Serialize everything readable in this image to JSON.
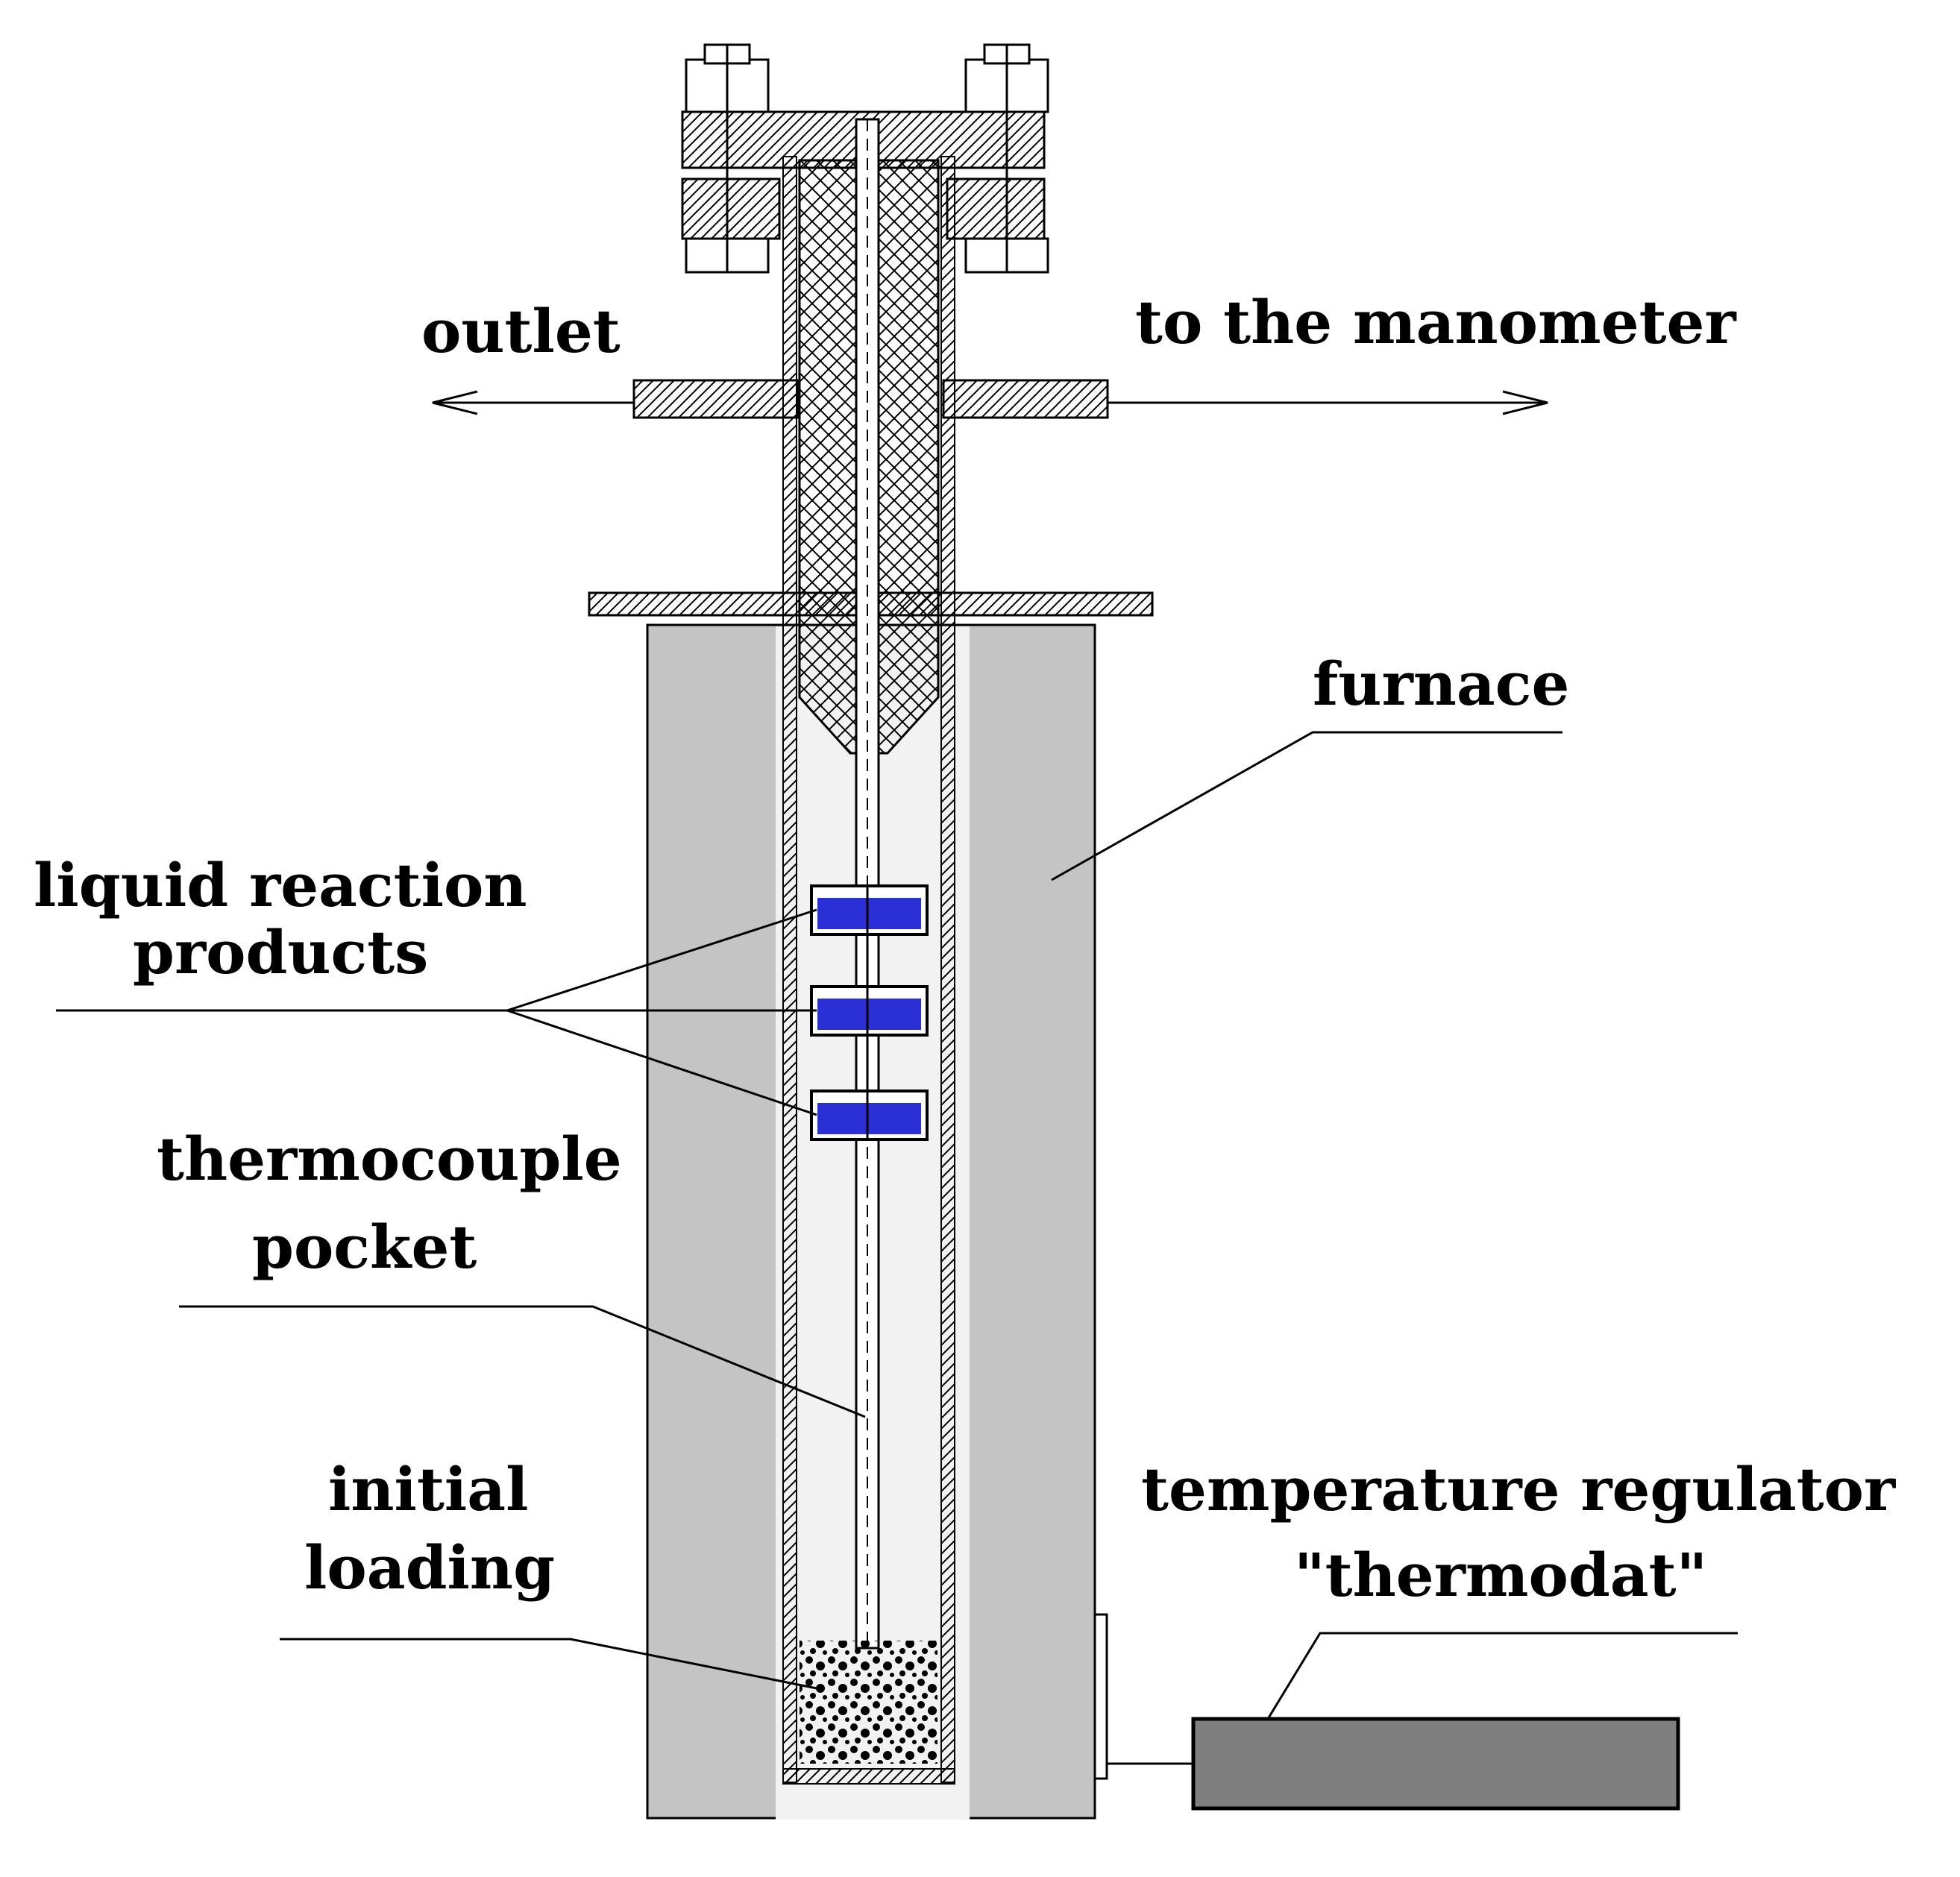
{
  "labels": {
    "outlet": "outlet",
    "manometer": "to the manometer",
    "furnace": "furnace",
    "liquid_line1": "liquid reaction",
    "liquid_line2": "products",
    "thermo_line1": "thermocouple",
    "thermo_line2": "pocket",
    "initial_line1": "initial",
    "initial_line2": "loading",
    "regulator_line1": "temperature regulator",
    "regulator_line2": "\"thermodat\""
  },
  "colors": {
    "furnace_fill": "#c4c4c4",
    "regulator_fill": "#7f7f7f",
    "liquid_fill": "#2b30d6",
    "line": "#000000"
  }
}
